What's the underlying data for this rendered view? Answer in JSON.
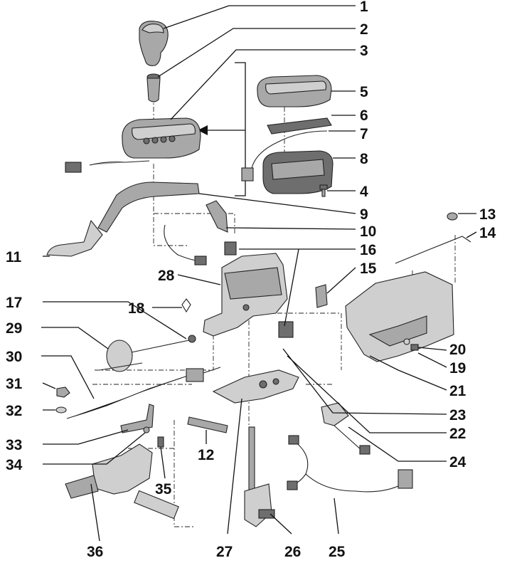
{
  "figure": {
    "callouts": [
      "1",
      "2",
      "3",
      "4",
      "5",
      "6",
      "7",
      "8",
      "9",
      "10",
      "11",
      "12",
      "13",
      "14",
      "15",
      "16",
      "17",
      "18",
      "19",
      "20",
      "21",
      "22",
      "23",
      "24",
      "25",
      "26",
      "27",
      "28",
      "29",
      "30",
      "31",
      "32",
      "33",
      "34",
      "35",
      "36"
    ]
  },
  "colors": {
    "background": "#ffffff",
    "line": "#111111",
    "part_light": "#cfcfcf",
    "part_mid": "#a8a8a8",
    "part_dark": "#6e6e6e"
  }
}
